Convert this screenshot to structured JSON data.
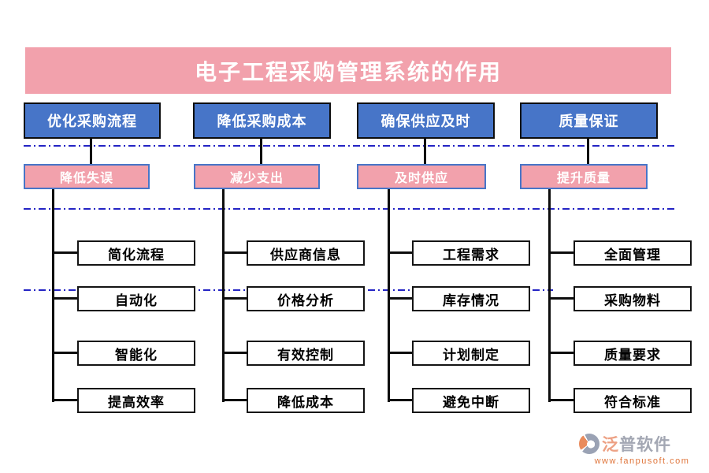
{
  "title": "电子工程采购管理系统的作用",
  "columns": [
    {
      "parent": "优化采购流程",
      "sub": "降低失误",
      "leaves": [
        "简化流程",
        "自动化",
        "智能化",
        "提高效率"
      ]
    },
    {
      "parent": "降低采购成本",
      "sub": "减少支出",
      "leaves": [
        "供应商信息",
        "价格分析",
        "有效控制",
        "降低成本"
      ]
    },
    {
      "parent": "确保供应及时",
      "sub": "及时供应",
      "leaves": [
        "工程需求",
        "库存情况",
        "计划制定",
        "避免中断"
      ]
    },
    {
      "parent": "质量保证",
      "sub": "提升质量",
      "leaves": [
        "全面管理",
        "采购物料",
        "质量要求",
        "符合标准"
      ]
    }
  ],
  "footer": {
    "brand_accent": "泛",
    "brand_rest": "普软件",
    "url": "www.fanpusoft.com",
    "logo_icon": "fanpu-logo-icon"
  },
  "colors": {
    "banner_bg": "#F2A1AC",
    "title_text": "#FFFFFF",
    "parent_box_bg": "#4775C8",
    "parent_box_border": "#0D0D0D",
    "sub_box_bg": "#F2A1AC",
    "sub_box_border": "#4775C8",
    "leaf_box_border": "#141414",
    "connector": "#0D0D0D",
    "dash_line": "#2424C4",
    "brand_text": "#A3A7B3",
    "url_text": "#E0763C"
  }
}
